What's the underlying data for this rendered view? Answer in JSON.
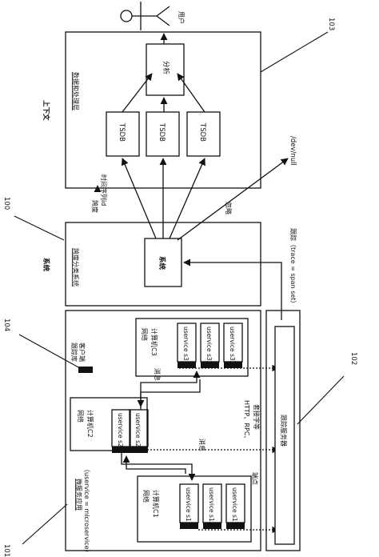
{
  "labels": {
    "user": "用户",
    "data_layer": "数据和处理层",
    "context": "上下文",
    "analysis": "分析",
    "tsdb1": "TSDB",
    "tsdb2": "TSDB",
    "tsdb3": "TSDB",
    "dev_null": "/dev/null",
    "ignore": "忽略",
    "span_id_line1": "跨度",
    "span_id_line2": "时间序列id",
    "span_classifier": "跨度分类系统",
    "system_side": "系统",
    "system_box": "系统",
    "trace": "跟踪（trace = span set）",
    "tracing_lib_line1": "跟踪库",
    "tracing_lib_line2": "客户端",
    "network_c3_line1": "网络",
    "network_c3_line2": "计算机C3",
    "network_c2_line1": "网络",
    "network_c2_line2": "计算机C2",
    "network_c1_line1": "网络",
    "network_c1_line2": "计算机C1",
    "message_top": "消息",
    "message_mid": "消息",
    "http_line1": "HTTP、RPC、",
    "http_line2": "套接字等",
    "endpoint": "端点",
    "trace_server": "跟踪服务器",
    "microservice_app": "微服务应用",
    "microservice_def": "（uservice = microservice）",
    "s31": "uservice s31",
    "s32": "uservice s32",
    "s33": "uservice s33",
    "s21": "uservice s21",
    "s22": "uservice s22",
    "s11": "uservice s11",
    "s12": "uservice s12",
    "s13": "uservice s13"
  },
  "refs": {
    "r100": "100",
    "r101": "101",
    "r102": "102",
    "r103": "103",
    "r104": "104"
  }
}
